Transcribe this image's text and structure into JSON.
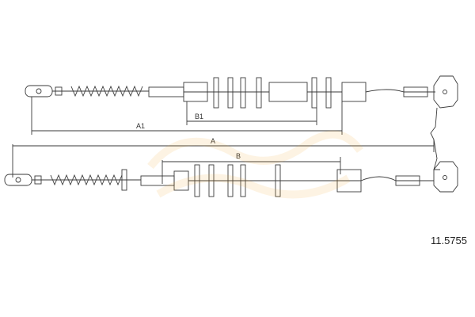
{
  "diagram": {
    "part_number": "11.5755",
    "labels": {
      "a1": "A1",
      "b1": "B1",
      "a": "A",
      "b": "B"
    }
  },
  "colors": {
    "line": "#3a3a3a",
    "watermark": "#f5a623",
    "background": "#ffffff"
  }
}
